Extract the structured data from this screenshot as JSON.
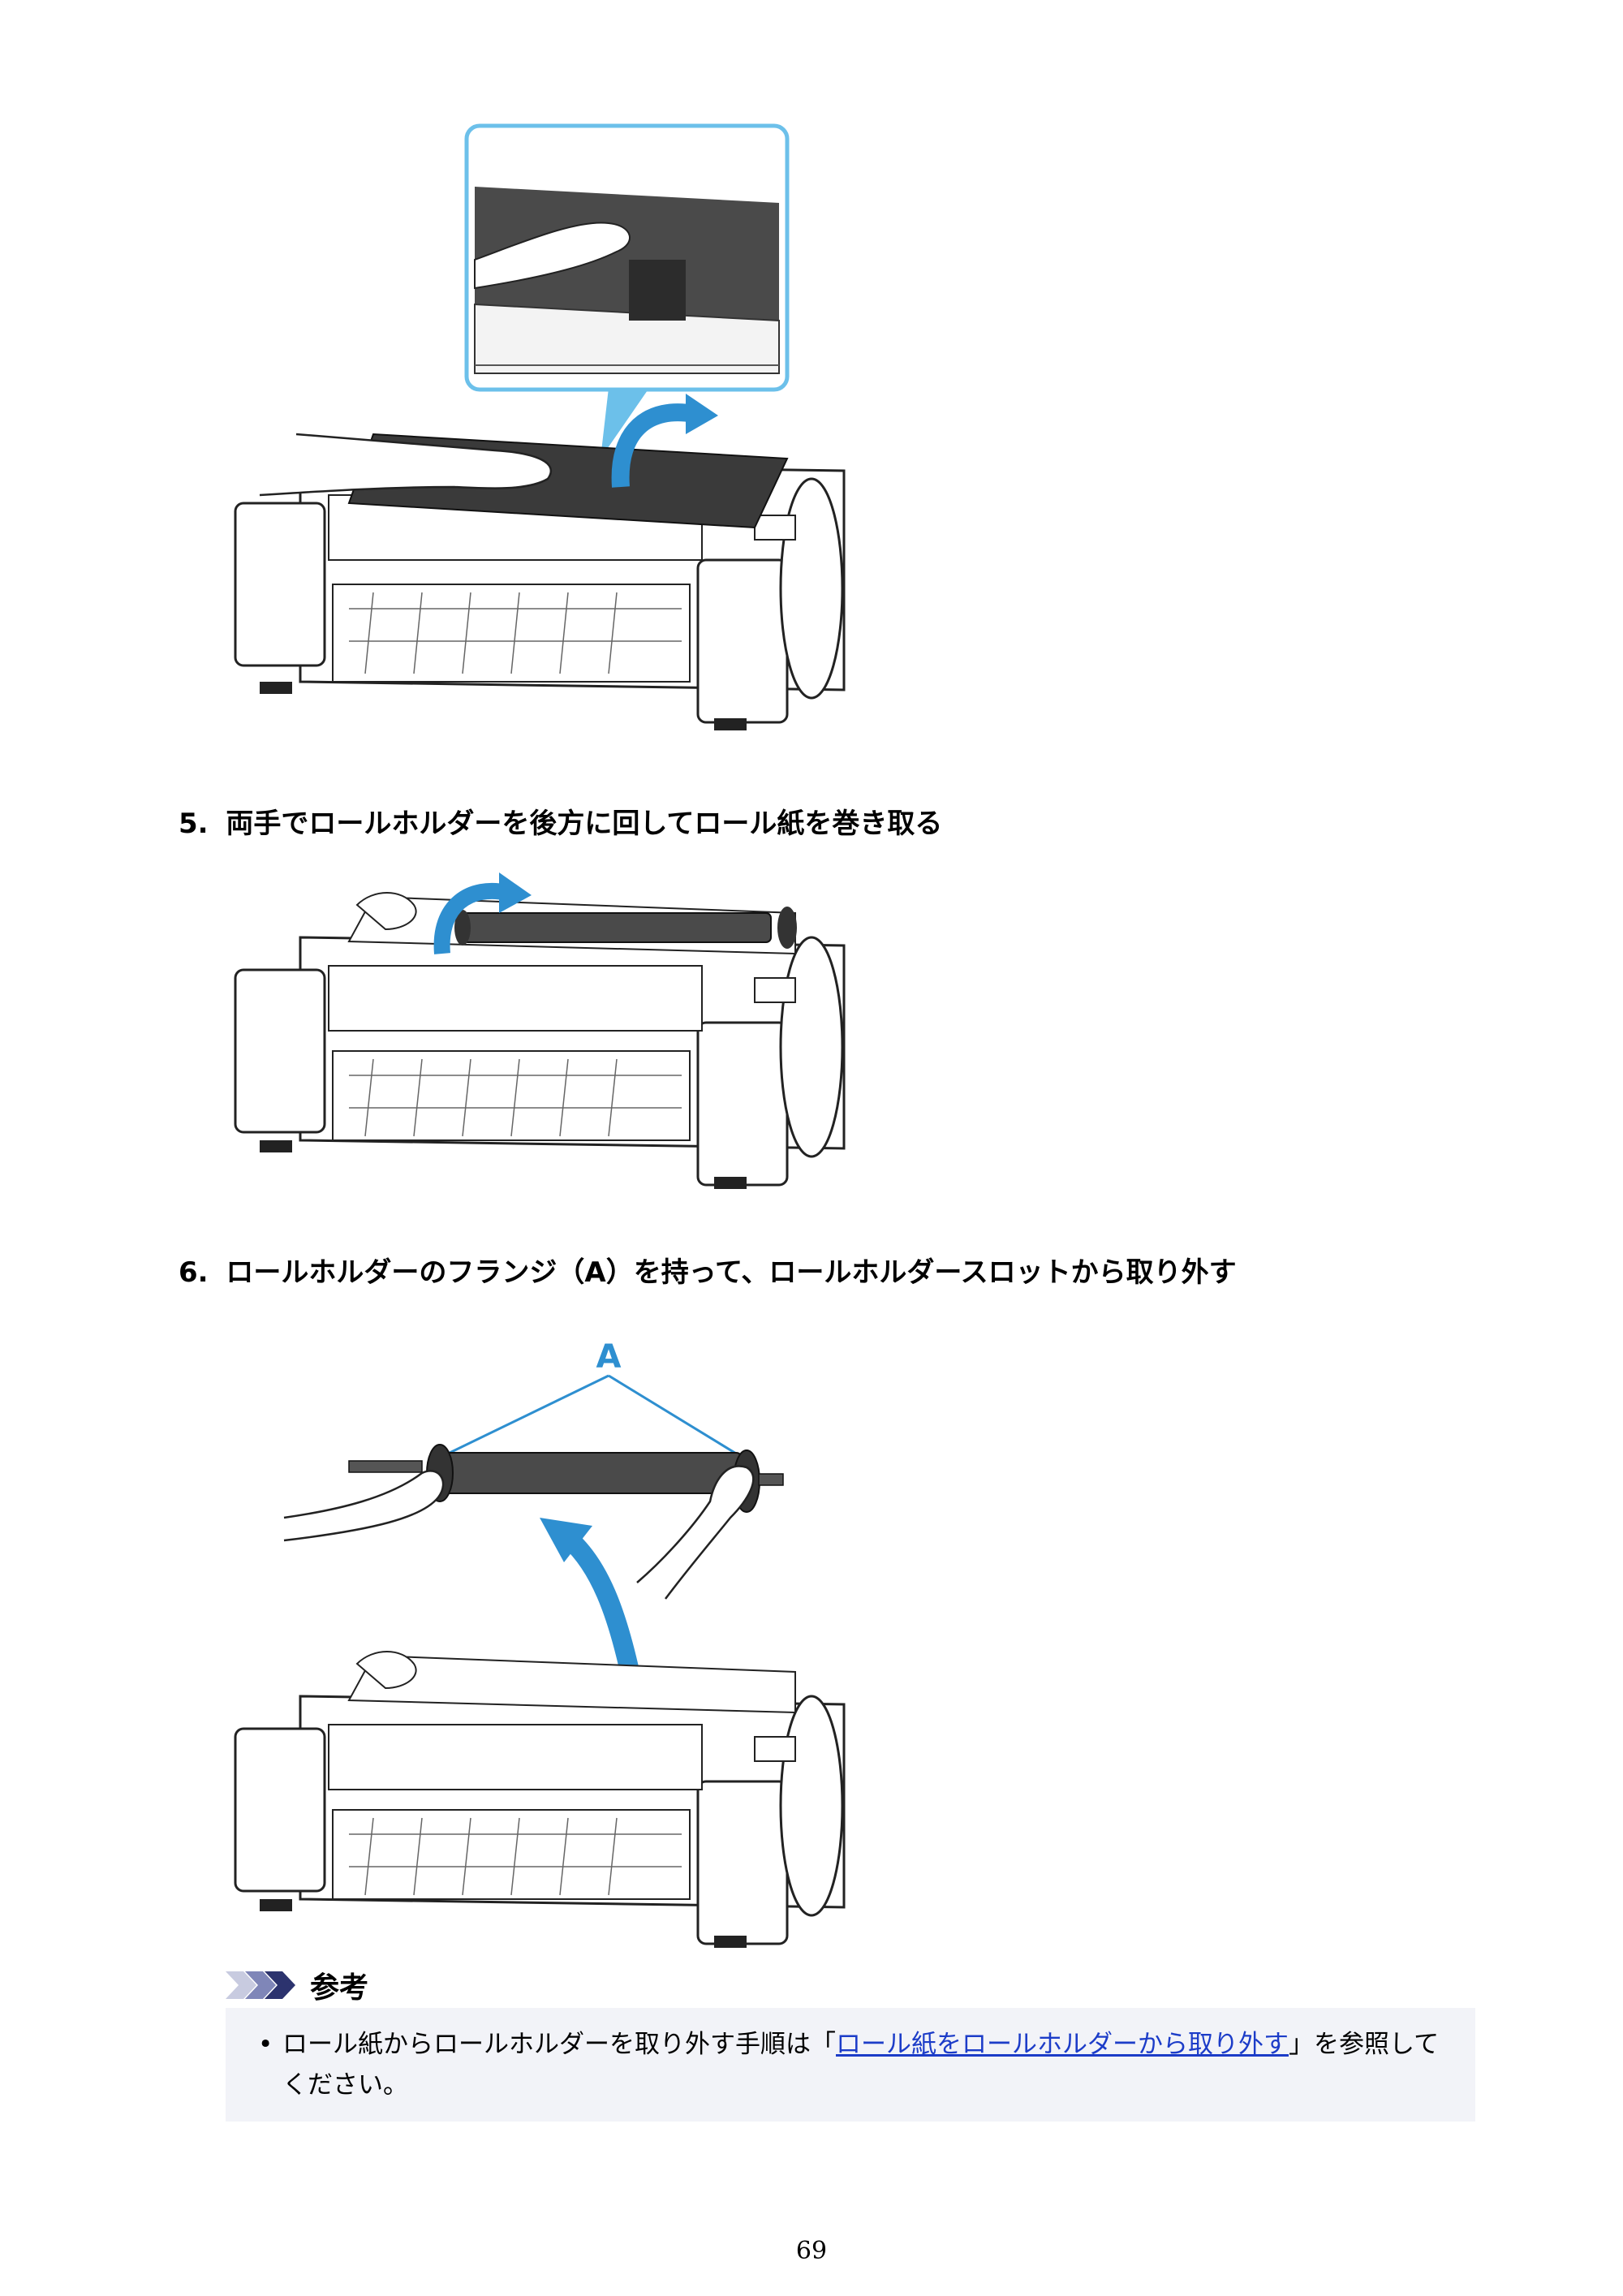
{
  "steps": [
    {
      "number": "5.",
      "text": "両手でロールホルダーを後方に回してロール紙を巻き取る"
    },
    {
      "number": "6.",
      "text": "ロールホルダーのフランジ（A）を持って、ロールホルダースロットから取り外す"
    }
  ],
  "figure3": {
    "callout_label": "A"
  },
  "note": {
    "title": "参考",
    "item_prefix": "ロール紙からロールホルダーを取り外す手順は「",
    "item_link": "ロール紙をロールホルダーから取り外す",
    "item_suffix": "」を参照してください。"
  },
  "page_number": "69",
  "colors": {
    "accent_blue": "#2e8fd0",
    "callout_blue": "#6cc0ea",
    "link_blue": "#1c3cc8",
    "note_bg": "#f2f3f8"
  }
}
